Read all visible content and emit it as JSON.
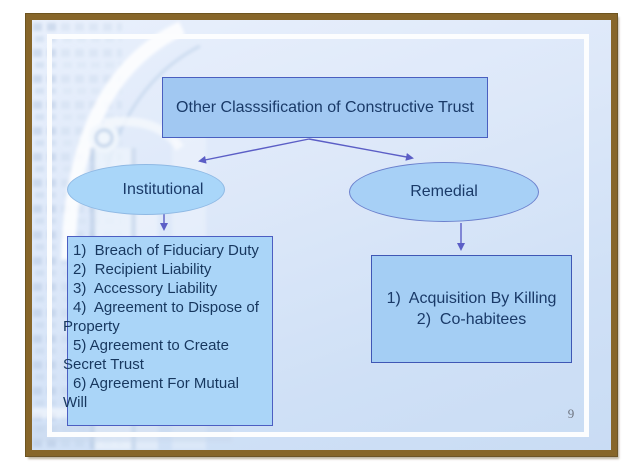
{
  "slide": {
    "title": "Other Classsification of Constructive Trust",
    "branches": [
      {
        "label": "Institutional"
      },
      {
        "label": "Remedial"
      }
    ],
    "institutional_items": [
      "1)  Breach of Fiduciary Duty",
      "2)  Recipient Liability",
      "3)  Accessory Liability",
      "4)  Agreement to Dispose of Property",
      "5) Agreement to Create Secret Trust",
      "6) Agreement For Mutual Will"
    ],
    "remedial_items": [
      "1)  Acquisition By Killing",
      "2)  Co-habitees"
    ],
    "page_number": "9",
    "colors": {
      "slide_border": "#87662a",
      "node_fill": "#a5cff5",
      "node_border": "#4a5fc0",
      "ellipse_fill": "#a8d4f8",
      "arrow": "#5b5ec6",
      "text": "#1a3a68",
      "background": "#d8e5f8"
    }
  }
}
